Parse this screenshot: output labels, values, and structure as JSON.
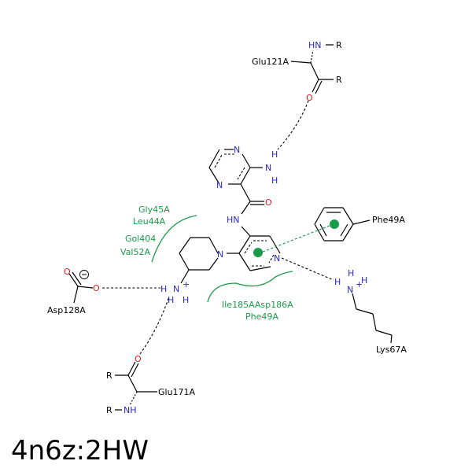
{
  "title": "4n6z:2HW",
  "residues": {
    "glu121": "Glu121A",
    "glu171": "Glu171A",
    "asp128": "Asp128A",
    "lys67": "Lys67A",
    "phe49_ring": "Phe49A"
  },
  "hydrophobic_groups": {
    "upper_left": [
      "Gly45A",
      "Leu44A"
    ],
    "left": [
      "Gol404",
      "Val52A"
    ],
    "bottom": [
      "Ile185AAsp186A",
      "Phe49A"
    ]
  },
  "atoms": {
    "N": "N",
    "O": "O",
    "H": "H",
    "R": "R",
    "NH": "NH",
    "HN": "HN",
    "plus": "+",
    "minus": "−"
  },
  "colors": {
    "carbon": "#000000",
    "nitrogen": "#2a2ad2",
    "oxygen": "#e02020",
    "interaction": "#1a9b4b"
  }
}
